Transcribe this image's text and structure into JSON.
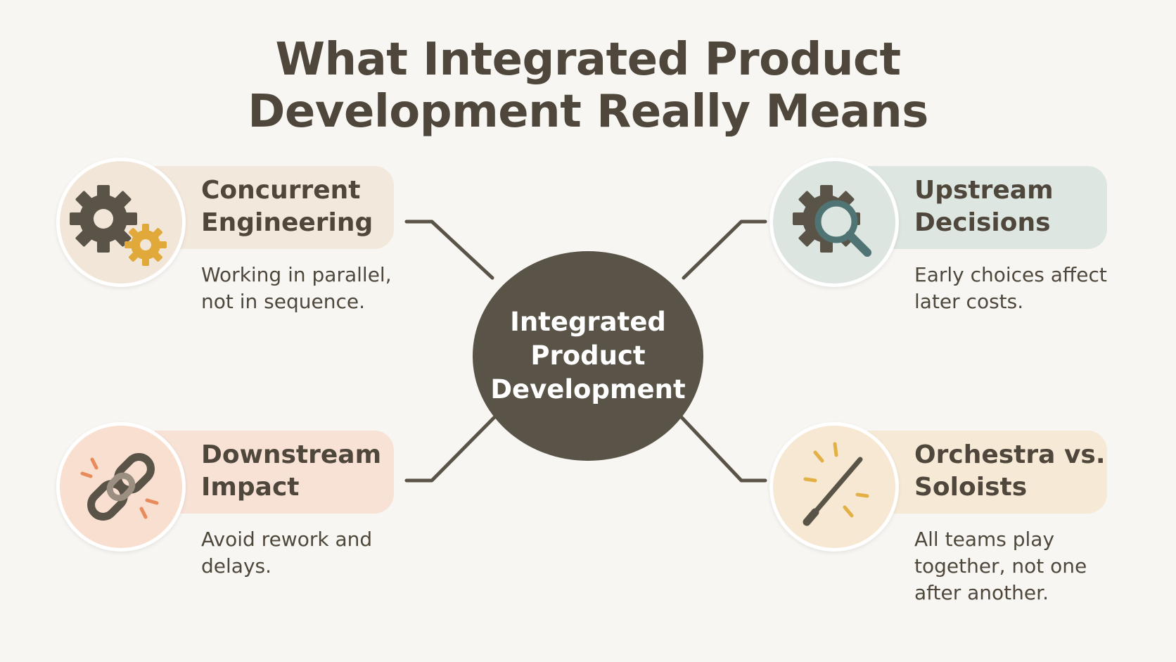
{
  "title": {
    "line1": "What Integrated Product",
    "line2": "Development Really Means"
  },
  "hub": {
    "line1": "Integrated",
    "line2": "Product",
    "line3": "Development"
  },
  "nodes": [
    {
      "title": "Concurrent Engineering",
      "desc": "Working in parallel, not in sequence.",
      "icon": "gears-icon",
      "pill_color": "#f2e8dc",
      "circle_color": "#f1e6d8"
    },
    {
      "title": "Upstream Decisions",
      "desc": "Early choices affect later costs.",
      "icon": "gear-magnifier-icon",
      "pill_color": "#dde6e1",
      "circle_color": "#dce5e0"
    },
    {
      "title": "Downstream Impact",
      "desc": "Avoid rework and delays.",
      "icon": "broken-chain-icon",
      "pill_color": "#f8e2d6",
      "circle_color": "#f8dfd0"
    },
    {
      "title": "Orchestra vs. Soloists",
      "desc": "All teams play together, not one after another.",
      "icon": "conductor-baton-icon",
      "pill_color": "#f6ead6",
      "circle_color": "#f6e8d2"
    }
  ],
  "colors": {
    "hub": "#5a5347",
    "connector": "#5a5347",
    "gear_dark": "#5a5347",
    "gear_accent": "#e0a93a",
    "magnifier": "#4f7473",
    "spark_orange": "#e88a5a",
    "spark_yellow": "#e3b045"
  }
}
